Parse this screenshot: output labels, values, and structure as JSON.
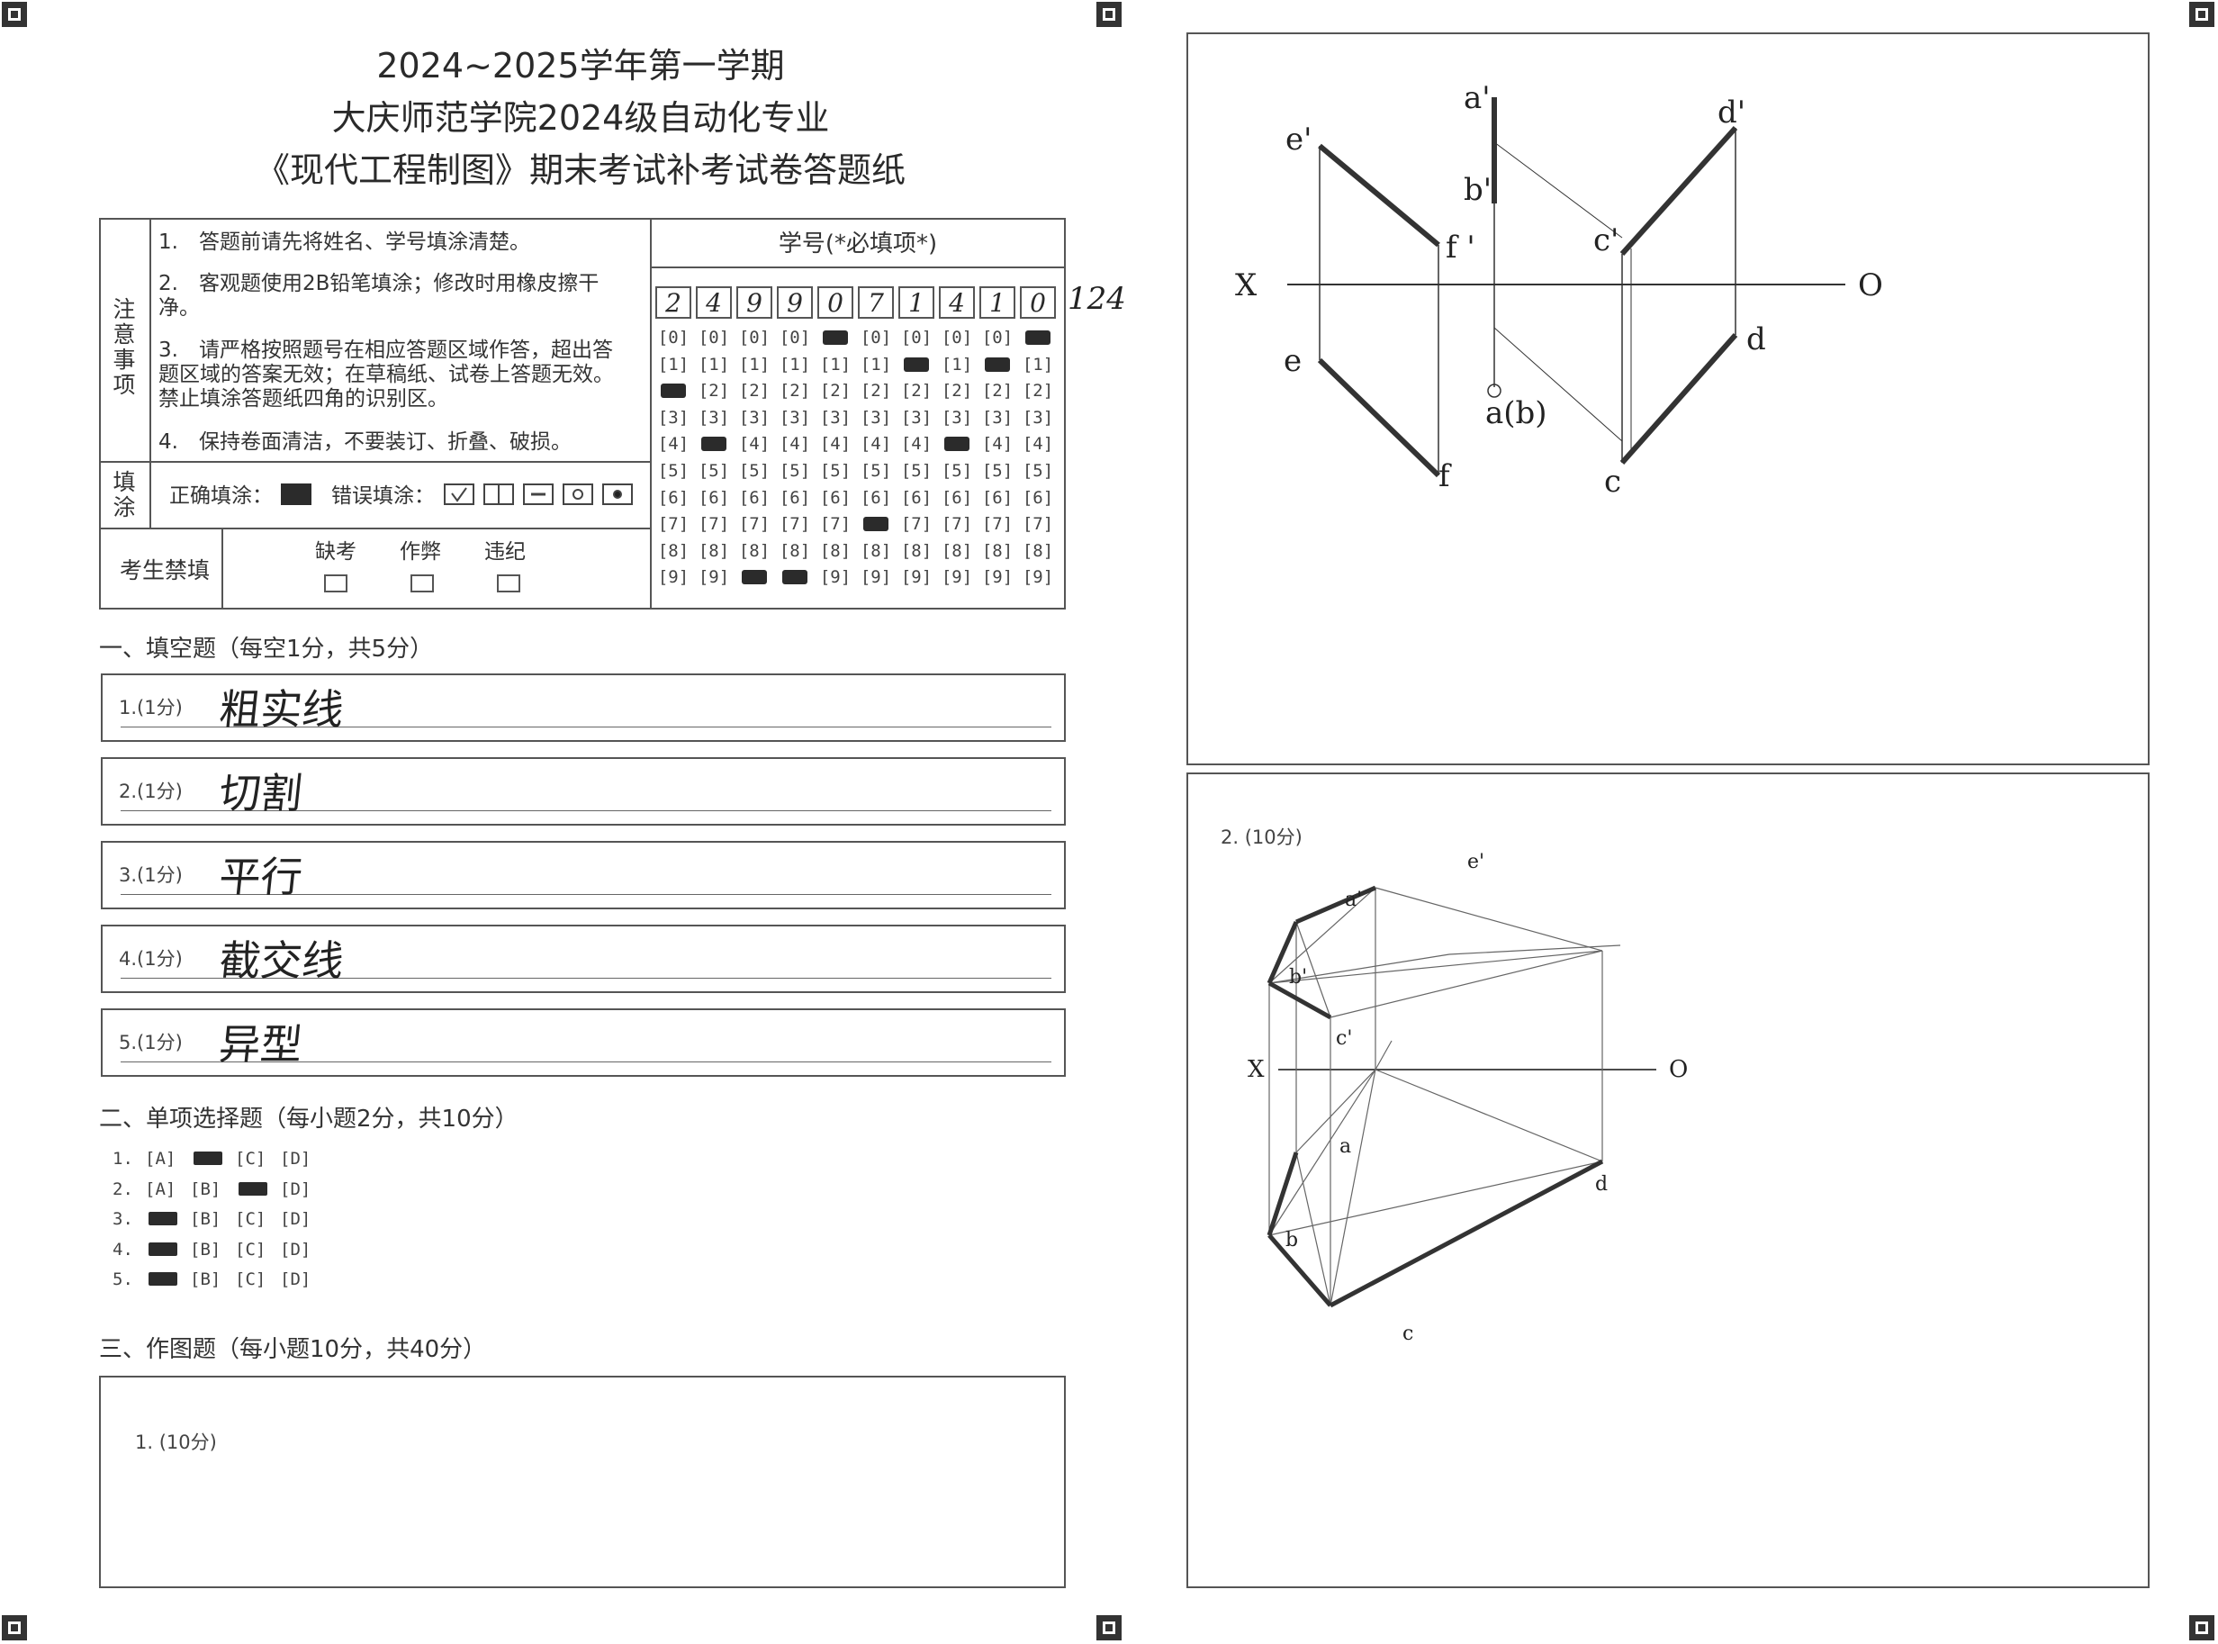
{
  "header": {
    "line1": "2024~2025学年第一学期",
    "line2": "大庆师范学院2024级自动化专业",
    "line3": "《现代工程制图》期末考试补考试卷答题纸"
  },
  "notice": {
    "label": "注意事项",
    "items": [
      "1.　答题前请先将姓名、学号填涂清楚。",
      "2.　客观题使用2B铅笔填涂；修改时用橡皮擦干净。",
      "3.　请严格按照题号在相应答题区域作答，超出答题区域的答案无效；在草稿纸、试卷上答题无效。禁止填涂答题纸四角的识别区。",
      "4.　保持卷面清洁，不要装订、折叠、破损。"
    ]
  },
  "fill_legend": {
    "label": "填涂",
    "correct": "正确填涂：",
    "wrong": "错误填涂："
  },
  "forbidden": {
    "label": "考生禁填",
    "options": [
      "缺考",
      "作弊",
      "违纪"
    ]
  },
  "student_id": {
    "title": "学号(*必填项*)",
    "digits": [
      "2",
      "4",
      "9",
      "9",
      "0",
      "7",
      "1",
      "4",
      "1",
      "0"
    ],
    "margin_note": "124",
    "bubble_rows": [
      "[0]",
      "[1]",
      "[2]",
      "[3]",
      "[4]",
      "[5]",
      "[6]",
      "[7]",
      "[8]",
      "[9]"
    ]
  },
  "section1": {
    "heading": "一、填空题（每空1分，共5分）",
    "items": [
      {
        "num": "1.(1分)",
        "answer": "粗实线"
      },
      {
        "num": "2.(1分)",
        "answer": "切割"
      },
      {
        "num": "3.(1分)",
        "answer": "平行"
      },
      {
        "num": "4.(1分)",
        "answer": "截交线"
      },
      {
        "num": "5.(1分)",
        "answer": "异型"
      }
    ]
  },
  "section2": {
    "heading": "二、单项选择题（每小题2分，共10分）",
    "options": [
      "[A]",
      "[B]",
      "[C]",
      "[D]"
    ],
    "items": [
      {
        "num": "1.",
        "selected": 1
      },
      {
        "num": "2.",
        "selected": 2
      },
      {
        "num": "3.",
        "selected": 0
      },
      {
        "num": "4.",
        "selected": 0
      },
      {
        "num": "5.",
        "selected": 0
      }
    ]
  },
  "section3": {
    "heading": "三、作图题（每小题10分，共40分）",
    "q1": "1. (10分)",
    "q2": "2. (10分)"
  },
  "drawing1": {
    "X": "X",
    "O": "O",
    "labels": {
      "a1": "a'",
      "b1": "b'",
      "ab": "a(b)",
      "e1": "e'",
      "f1": "f '",
      "e": "e",
      "f": "f",
      "c1": "c'",
      "d1": "d'",
      "c": "c",
      "d": "d"
    }
  },
  "drawing2": {
    "X": "X",
    "O": "O",
    "labels": {
      "a1": "a'",
      "b1": "b'",
      "c1": "c'",
      "e1": "e'",
      "a": "a",
      "b": "b",
      "c": "c",
      "d": "d"
    }
  }
}
